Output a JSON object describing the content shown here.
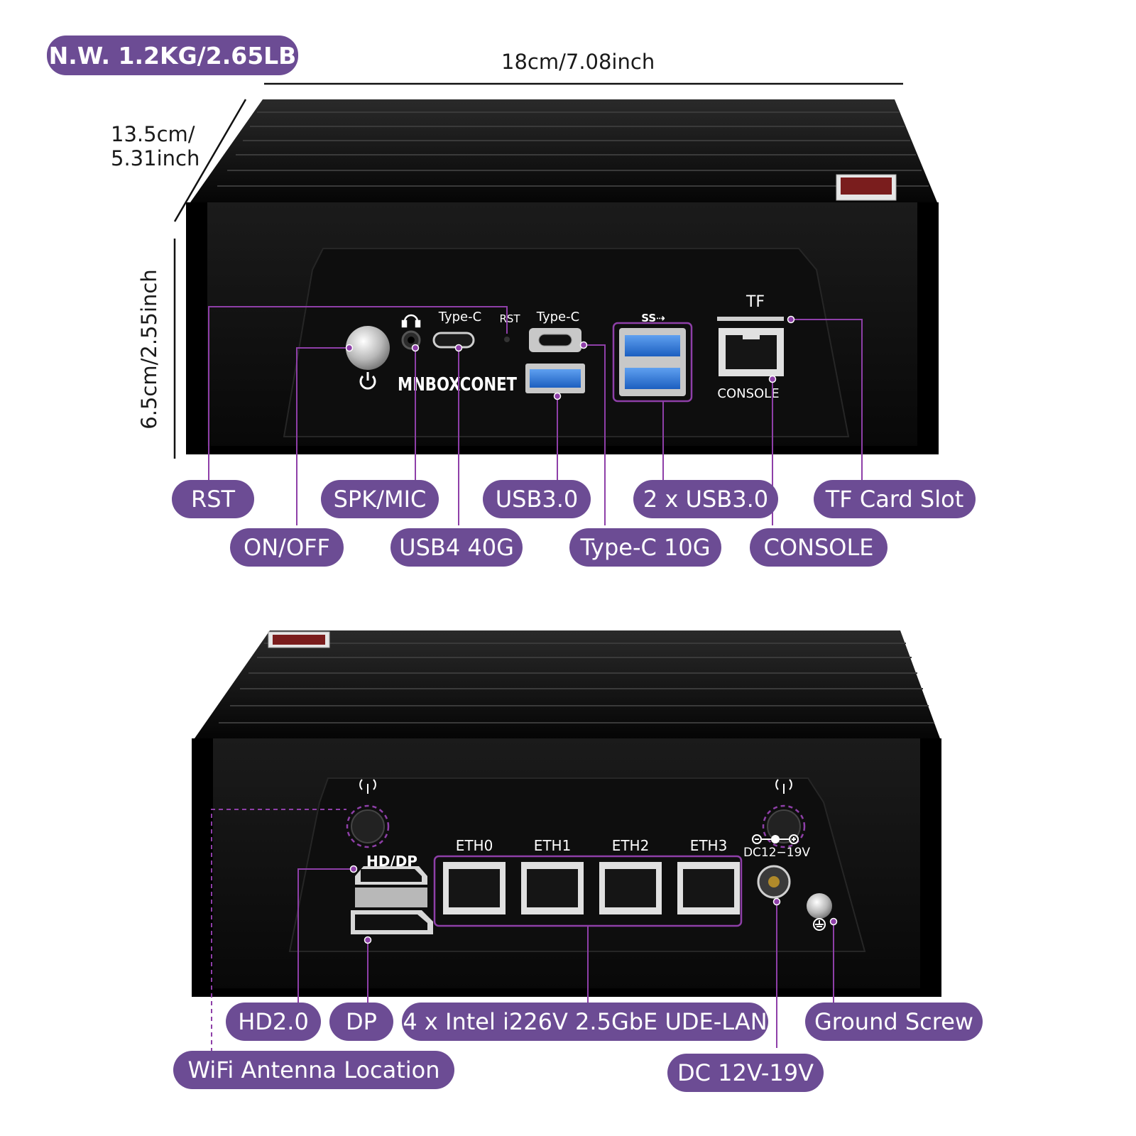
{
  "colors": {
    "accent": "#6c4c94",
    "callout_line": "#8e3fa8",
    "device_body": "#0c0c0c"
  },
  "weight_badge": "N.W. 1.2KG/2.65LB",
  "dimensions": {
    "width": "18cm/7.08inch",
    "depth_line1": "13.5cm/",
    "depth_line2": "5.31inch",
    "height": "6.5cm/2.55inch"
  },
  "front_panel": {
    "brand": "MNBOXCONET",
    "port_labels": {
      "typec_left": "Type-C",
      "rst": "RST",
      "typec_right": "Type-C",
      "usb_logo": "SS⇢",
      "tf": "TF",
      "console": "CONSOLE"
    },
    "callouts": {
      "rst": "RST",
      "on_off": "ON/OFF",
      "spk_mic": "SPK/MIC",
      "usb4": "USB4 40G",
      "usb30": "USB3.0",
      "typec10": "Type-C 10G",
      "usb30x2": "2 x USB3.0",
      "console": "CONSOLE",
      "tf_slot": "TF Card Slot"
    },
    "icons": [
      "power-icon",
      "headphone-icon",
      "cpu-sticker"
    ]
  },
  "rear_panel": {
    "port_labels": {
      "eth0": "ETH0",
      "eth1": "ETH1",
      "eth2": "ETH2",
      "eth3": "ETH3",
      "hd_dp": "HD/DP",
      "dc": "DC12−19V"
    },
    "callouts": {
      "hd": "HD2.0",
      "dp": "DP",
      "lan": "4 x Intel i226V 2.5GbE UDE-LAN",
      "ground": "Ground Screw",
      "wifi": "WiFi Antenna Location",
      "dc": "DC 12V-19V"
    },
    "icons": [
      "wifi-antenna-icon",
      "ground-icon",
      "polarity-icon"
    ]
  }
}
